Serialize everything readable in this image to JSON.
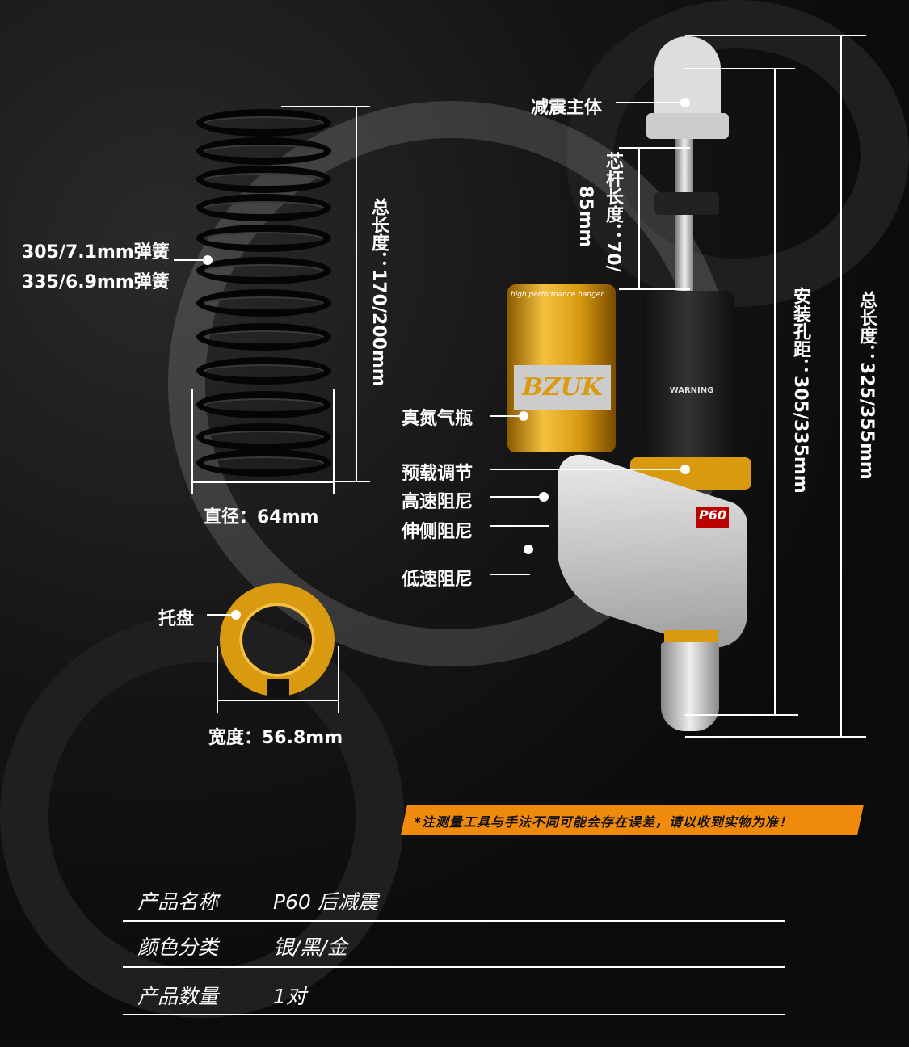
{
  "spring": {
    "label_1": "305/7.1mm弹簧",
    "label_2": "335/6.9mm弹簧",
    "length": "总长度：170/200mm",
    "diameter": "直径：64mm"
  },
  "tray": {
    "label": "托盘",
    "width": "宽度：56.8mm"
  },
  "shock": {
    "body": "减震主体",
    "rod_length_1": "芯杆长度：70/",
    "rod_length_2": "85mm",
    "mount_distance": "安装孔距：305/335mm",
    "total_length": "总长度：325/355mm",
    "reservoir": "真氮气瓶",
    "preload": "预载调节",
    "high_speed": "高速阻尼",
    "rebound": "伸侧阻尼",
    "low_speed": "低速阻尼",
    "brand": "BZUK",
    "model_badge": "P60",
    "warning": "WARNING",
    "reservoir_text": "high performance hanger"
  },
  "notice": "*注测量工具与手法不同可能会存在误差，请以收到实物为准！",
  "specs": [
    {
      "label": "产品名称",
      "value": "P60 后减震"
    },
    {
      "label": "颜色分类",
      "value": "银/黑/金"
    },
    {
      "label": "产品数量",
      "value": "1对"
    }
  ],
  "colors": {
    "accent": "#f08a0c",
    "gold": "#d99a10"
  }
}
